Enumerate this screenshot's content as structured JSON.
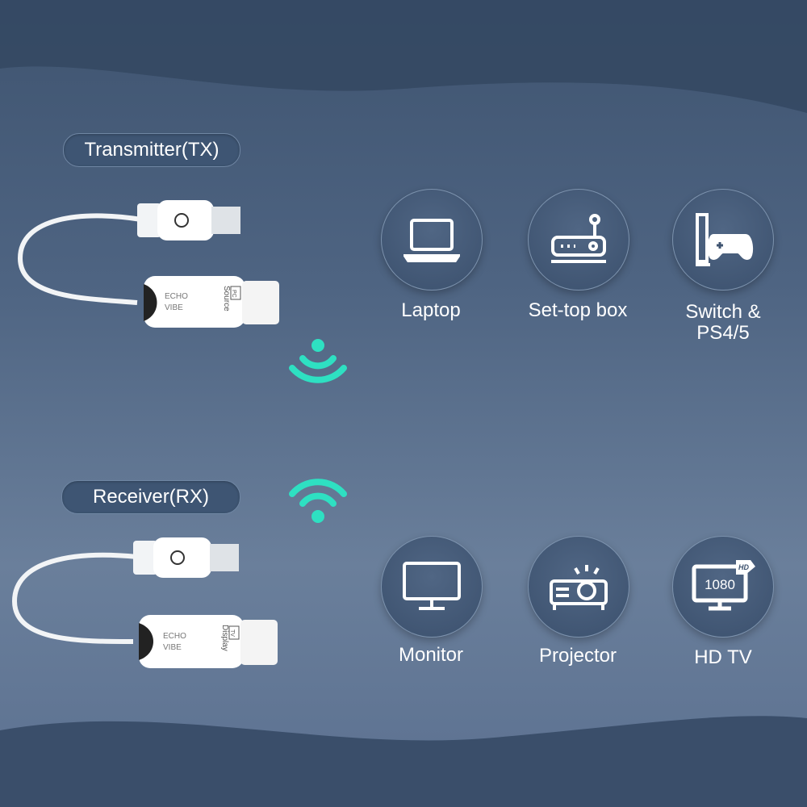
{
  "transmitter": {
    "label": "Transmitter(TX)",
    "brand_line1": "ECHO",
    "brand_line2": "VIBE",
    "mode": "Source",
    "port": "PC"
  },
  "receiver": {
    "label": "Receiver(RX)",
    "brand_line1": "ECHO",
    "brand_line2": "VIBE",
    "mode": "Display",
    "port": "TV"
  },
  "sources": [
    {
      "icon": "laptop-icon",
      "label": "Laptop"
    },
    {
      "icon": "set-top-box-icon",
      "label": "Set-top box"
    },
    {
      "icon": "game-console-icon",
      "label": "Switch &",
      "label2": "PS4/5"
    }
  ],
  "displays": [
    {
      "icon": "monitor-icon",
      "label": "Monitor"
    },
    {
      "icon": "projector-icon",
      "label": "Projector"
    },
    {
      "icon": "hd-tv-icon",
      "label": "HD TV",
      "screen_text": "1080",
      "badge": "HD"
    }
  ],
  "colors": {
    "accent": "#2ee0c2",
    "background": "#4e6482"
  }
}
